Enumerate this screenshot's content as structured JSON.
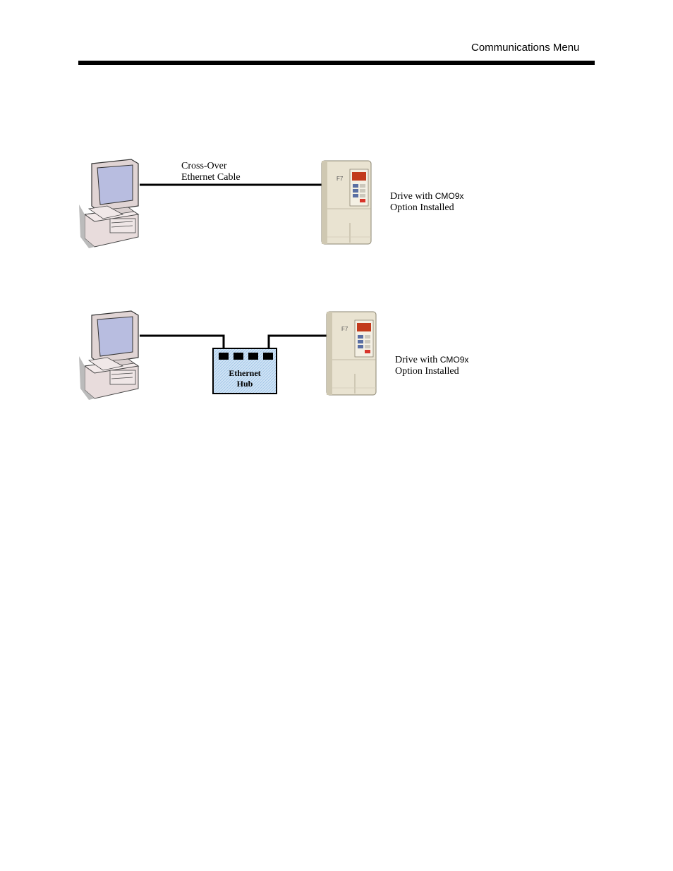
{
  "header": {
    "title": "Communications Menu"
  },
  "diagram1": {
    "cable_label_line1": "Cross-Over",
    "cable_label_line2": "Ethernet Cable",
    "drive_label_line1_prefix": "Drive with ",
    "drive_label_option": "CMO9x",
    "drive_label_line2": "Option Installed",
    "drive_model": "F7"
  },
  "diagram2": {
    "hub_label_line1": "Ethernet",
    "hub_label_line2": "Hub",
    "drive_label_line1_prefix": "Drive with ",
    "drive_label_option": "CMO9x",
    "drive_label_line2": "Option Installed",
    "drive_model": "F7"
  },
  "colors": {
    "hub_fill": "#cfe3f5",
    "monitor_screen": "#b8bde0",
    "drive_body": "#e9e3d1",
    "keypad_display": "#c23a1c"
  }
}
